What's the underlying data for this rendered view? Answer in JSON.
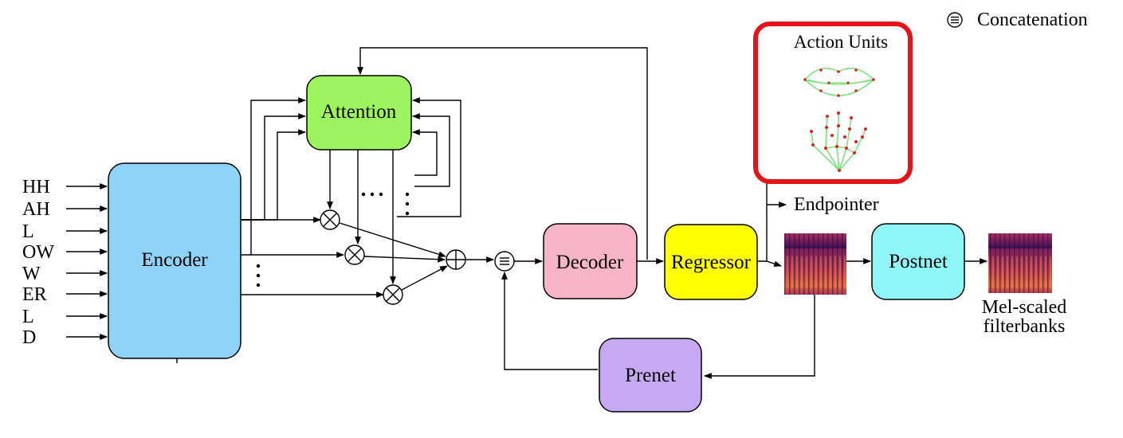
{
  "legend": {
    "concat_label": "Concatenation"
  },
  "inputs": [
    "HH",
    "AH",
    "L",
    "OW",
    "W",
    "ER",
    "L",
    "D"
  ],
  "blocks": {
    "encoder": "Encoder",
    "attention": "Attention",
    "decoder": "Decoder",
    "regressor": "Regressor",
    "postnet": "Postnet",
    "prenet": "Prenet"
  },
  "action_units": {
    "title": "Action Units"
  },
  "endpointer": "Endpointer",
  "output": {
    "line1": "Mel-scaled",
    "line2": "filterbanks"
  },
  "colors": {
    "encoder": "#8fd3f8",
    "attention": "#9ef45e",
    "decoder": "#f8b5c8",
    "regressor": "#ffff00",
    "postnet": "#8ff7f7",
    "prenet": "#c6a8f3",
    "action_units_border": "#e3141a",
    "landmark_line": "#7ee07e",
    "landmark_point": "#d6271b"
  }
}
